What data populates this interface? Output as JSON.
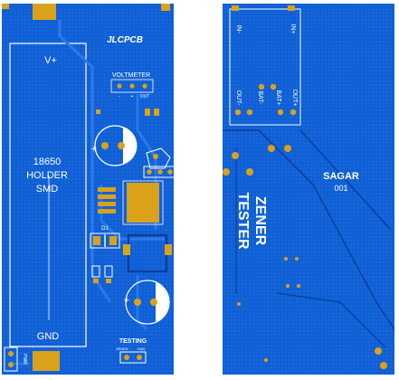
{
  "front": {
    "holder_top_label": "V+",
    "holder_title": [
      "18650",
      "HOLDER",
      "SMD"
    ],
    "holder_bottom_label": "GND",
    "jlcpcb": "JLCPCB",
    "voltmeter": "VOLTMETER",
    "voltmeter_minus": "-",
    "voltmeter_plus": "+",
    "voltmeter_out": "OUT",
    "cap_plus": "+",
    "diode_label": "D1",
    "testing": "TESTING",
    "zener": "ZENER",
    "gnd_small": "GND",
    "pwr": "PWR"
  },
  "back": {
    "in_minus": "IN-",
    "in_plus": "IN+",
    "out_minus": "OUT-",
    "bat_minus": "BAT-",
    "bat_plus": "BAT+",
    "out_plus": "OUT+",
    "title_line1": "ZENER",
    "title_line2": "TESTER",
    "author": "SAGAR",
    "number": "001"
  },
  "colors": {
    "board": "#0f5fd6",
    "pad": "#d9a21a",
    "silk": "#ffffff",
    "trace": "#2a79ea"
  }
}
